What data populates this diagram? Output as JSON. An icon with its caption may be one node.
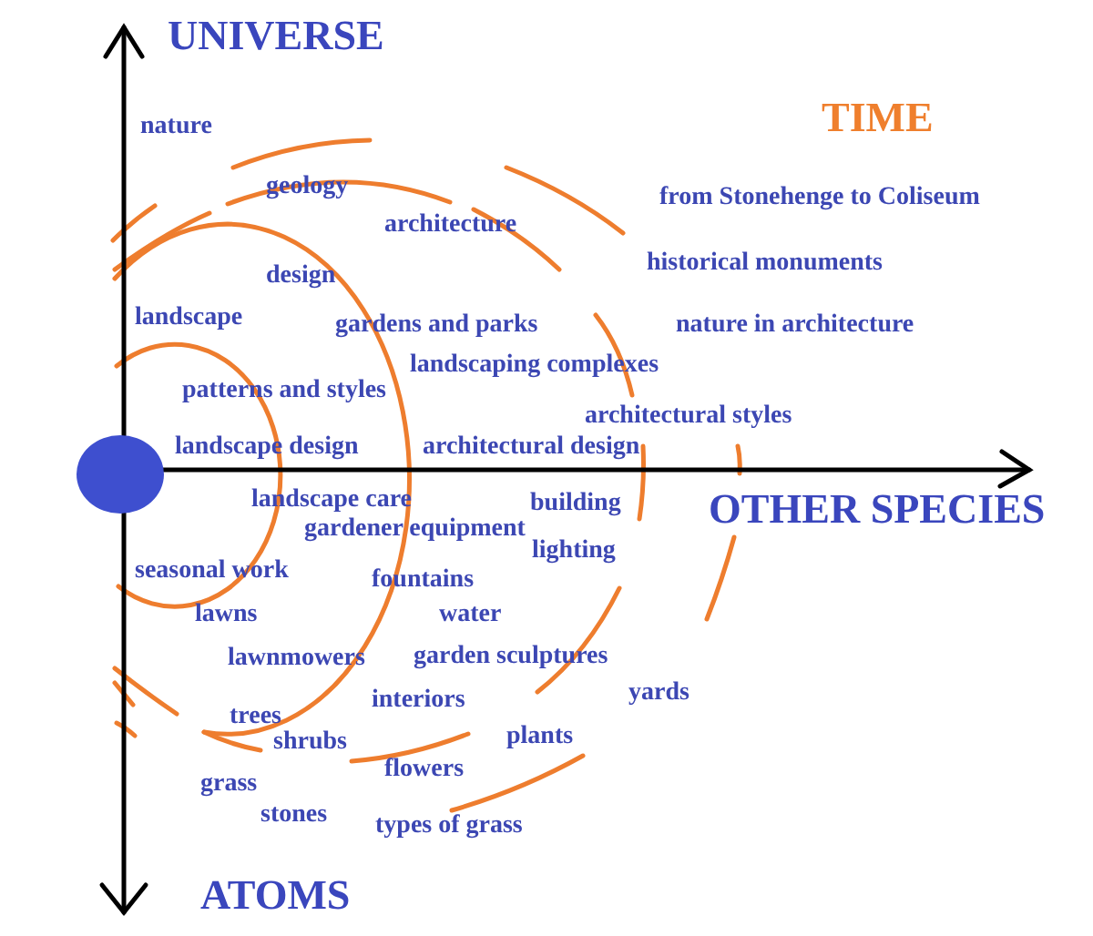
{
  "diagram": {
    "labels": [
      "UNIVERSE",
      "TIME",
      "nature",
      "geology",
      "from Stonehenge to Coliseum",
      "architecture",
      "historical monuments",
      "design",
      "landscape",
      "gardens and parks",
      "nature in architecture",
      "landscaping complexes",
      "patterns and styles",
      "architectural styles",
      "landscape design",
      "architectural design",
      "landscape care",
      "building",
      "OTHER SPECIES",
      "gardener equipment",
      "lighting",
      "seasonal work",
      "fountains",
      "lawns",
      "water",
      "lawnmowers",
      "garden sculptures",
      "interiors",
      "yards",
      "trees",
      "shrubs",
      "plants",
      "flowers",
      "grass",
      "stones",
      "types of grass",
      "ATOMS"
    ]
  }
}
